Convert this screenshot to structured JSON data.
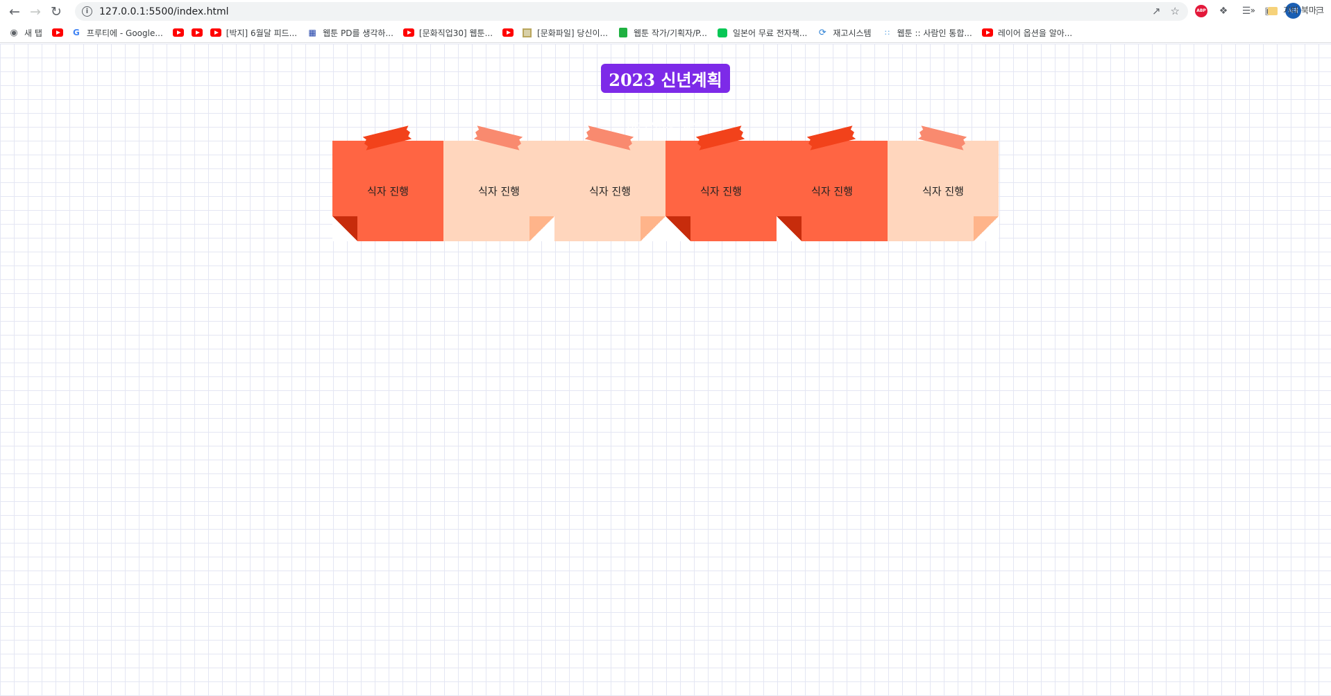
{
  "browser": {
    "url": "127.0.0.1:5500/index.html",
    "bookmarks": [
      {
        "label": "새 탭",
        "icon": "globe-icon"
      },
      {
        "label": "",
        "icon": "youtube-icon"
      },
      {
        "label": "프루티에 - Google...",
        "icon": "google-icon"
      },
      {
        "label": "",
        "icon": "youtube-icon"
      },
      {
        "label": "",
        "icon": "youtube-icon"
      },
      {
        "label": "[박지] 6월달 피드...",
        "icon": "youtube-icon"
      },
      {
        "label": "웹툰 PD를 생각하...",
        "icon": "cube-icon"
      },
      {
        "label": "[문화직업30] 웹툰...",
        "icon": "youtube-icon"
      },
      {
        "label": "",
        "icon": "youtube-icon"
      },
      {
        "label": "[문화파일] 당신이...",
        "icon": "image-icon"
      },
      {
        "label": "웹툰 작가/기획자/P...",
        "icon": "bookmark-green-icon"
      },
      {
        "label": "일본어 무료 전자책...",
        "icon": "line-icon"
      },
      {
        "label": "재고시스템",
        "icon": "swirl-icon"
      },
      {
        "label": "웹툰 :: 사람인 통합...",
        "icon": "dots-icon"
      },
      {
        "label": "레이어 옵션을 알아...",
        "icon": "youtube-icon"
      }
    ],
    "more_label": "»",
    "other_bookmarks_label": "기타 북마크",
    "profile_initials": "서희",
    "abp_label": "ABP"
  },
  "page": {
    "title": "2023 신년계획",
    "subtitle": "2023 신년계획 리스트"
  },
  "colors": {
    "dark_note": "#ff6543",
    "light_note": "#ffd6bd",
    "dark_tape": "#f2421b",
    "light_tape": "#f98a6f",
    "dark_fold": "#c72c0c",
    "light_fold": "#ffb48a",
    "title_bg": "#7d2ae8"
  },
  "notes": [
    {
      "label": "식자 진행",
      "tone": "dark",
      "fold": "left",
      "tape": "left"
    },
    {
      "label": "식자 진행",
      "tone": "light",
      "fold": "right",
      "tape": "right"
    },
    {
      "label": "식자 진행",
      "tone": "light",
      "fold": "right",
      "tape": "right"
    },
    {
      "label": "식자 진행",
      "tone": "dark",
      "fold": "left",
      "tape": "left"
    },
    {
      "label": "식자 진행",
      "tone": "dark",
      "fold": "left",
      "tape": "left"
    },
    {
      "label": "식자 진행",
      "tone": "light",
      "fold": "right",
      "tape": "right"
    }
  ]
}
